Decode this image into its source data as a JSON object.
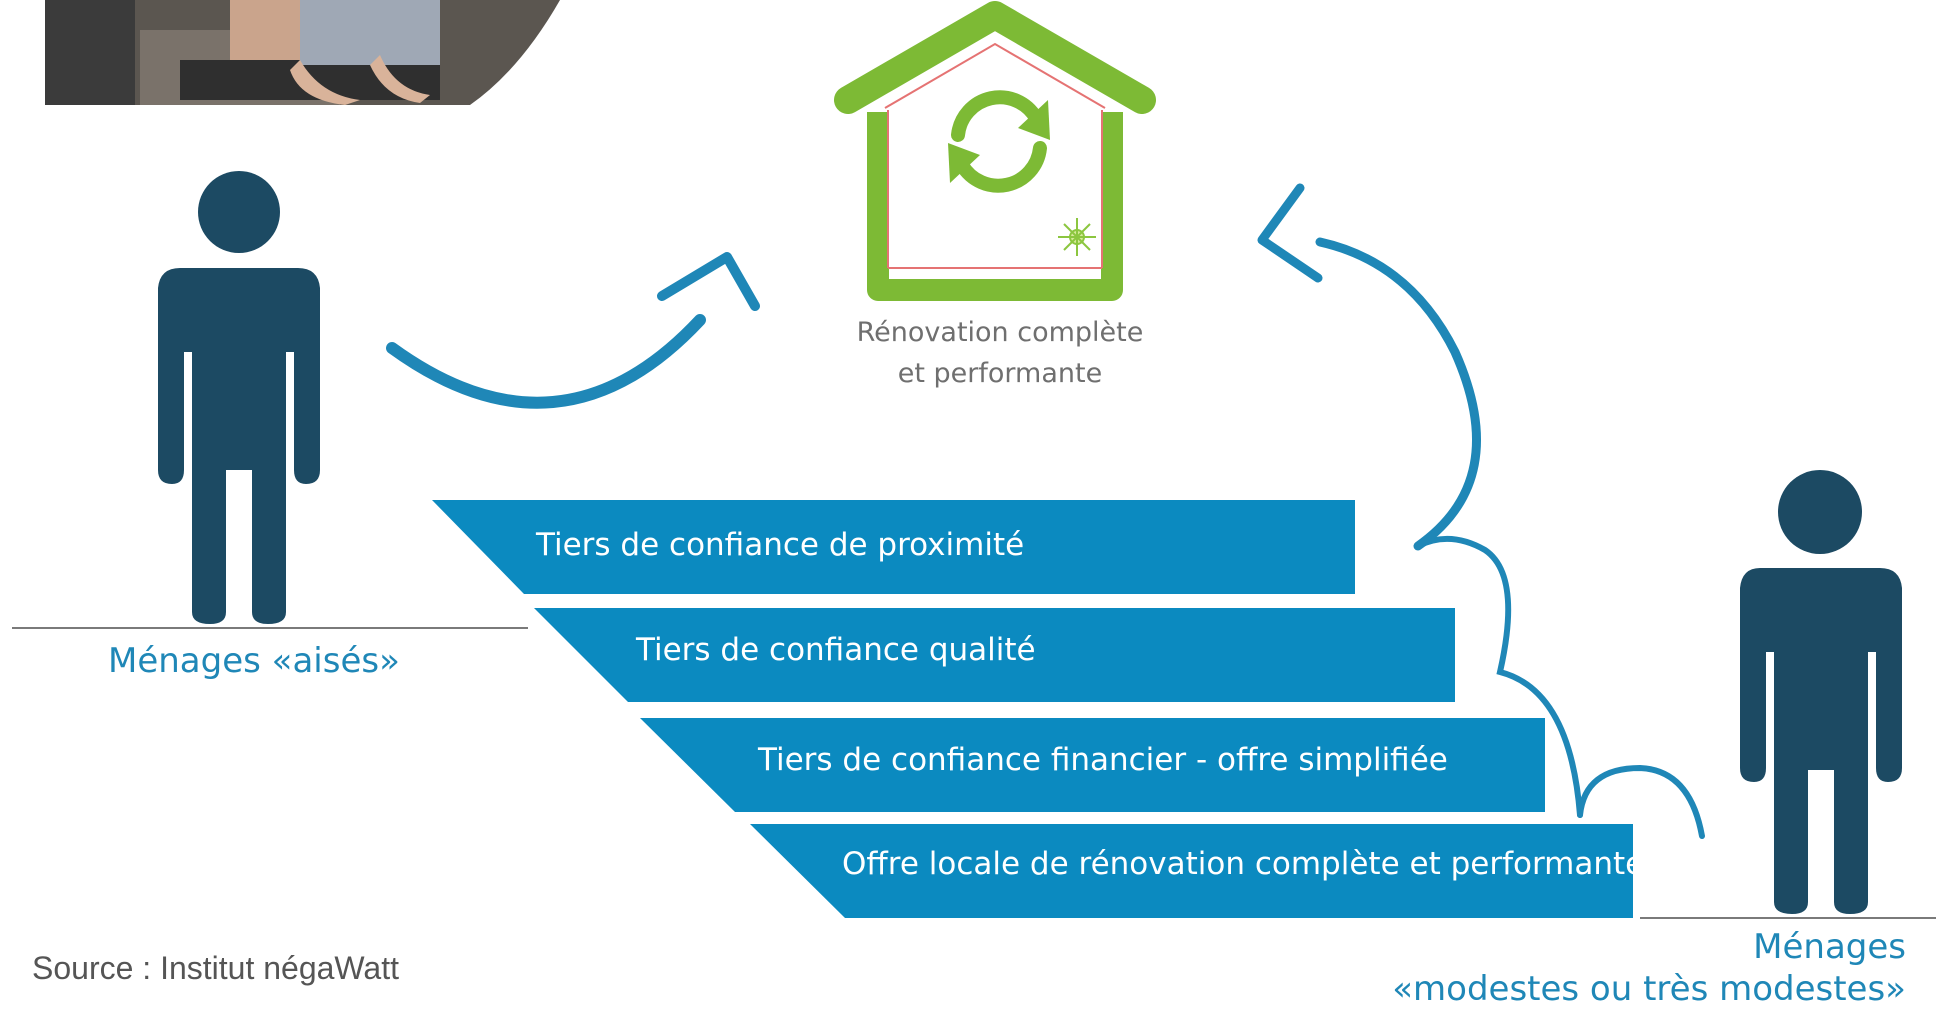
{
  "house": {
    "caption_line1": "Rénovation complète",
    "caption_line2": "et performante"
  },
  "steps": [
    {
      "label": "Tiers de confiance de proximité"
    },
    {
      "label": "Tiers de confiance qualité"
    },
    {
      "label": "Tiers de confiance financier - offre simplifiée"
    },
    {
      "label": "Offre locale de rénovation complète et performante"
    }
  ],
  "groups": {
    "wealthy": "Ménages «aisés»",
    "modest_line1": "Ménages",
    "modest_line2": "«modestes ou très modestes»"
  },
  "source": "Source : Institut négaWatt",
  "colors": {
    "step_blue": "#0b8ac0",
    "arrow_blue": "#1f87b7",
    "person_navy": "#1c4a63",
    "house_green": "#7dba35",
    "ground_line": "#7a7a7a"
  }
}
